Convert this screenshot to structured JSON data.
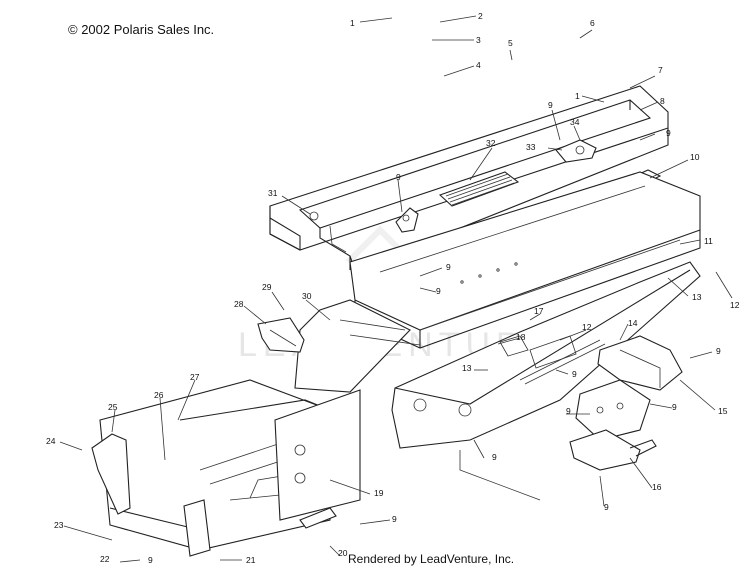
{
  "copyright": "© 2002 Polaris Sales Inc.",
  "credit": "Rendered by LeadVenture, Inc.",
  "watermark": "LEADVENTURE",
  "callouts": [
    {
      "id": "c1a",
      "label": "1"
    },
    {
      "id": "c2",
      "label": "2"
    },
    {
      "id": "c3",
      "label": "3"
    },
    {
      "id": "c4",
      "label": "4"
    },
    {
      "id": "c5",
      "label": "5"
    },
    {
      "id": "c6",
      "label": "6"
    },
    {
      "id": "c1b",
      "label": "1"
    },
    {
      "id": "c7",
      "label": "7"
    },
    {
      "id": "c8",
      "label": "8"
    },
    {
      "id": "c9a",
      "label": "9"
    },
    {
      "id": "c34",
      "label": "34"
    },
    {
      "id": "c33",
      "label": "33"
    },
    {
      "id": "c9b",
      "label": "9"
    },
    {
      "id": "c32",
      "label": "32"
    },
    {
      "id": "c10",
      "label": "10"
    },
    {
      "id": "c31",
      "label": "31"
    },
    {
      "id": "c9c",
      "label": "9"
    },
    {
      "id": "c11",
      "label": "11"
    },
    {
      "id": "c9d",
      "label": "9"
    },
    {
      "id": "c13a",
      "label": "13"
    },
    {
      "id": "c12a",
      "label": "12"
    },
    {
      "id": "c9e",
      "label": "9"
    },
    {
      "id": "c29",
      "label": "29"
    },
    {
      "id": "c30",
      "label": "30"
    },
    {
      "id": "c28",
      "label": "28"
    },
    {
      "id": "c17",
      "label": "17"
    },
    {
      "id": "c12b",
      "label": "12"
    },
    {
      "id": "c14",
      "label": "14"
    },
    {
      "id": "c18",
      "label": "18"
    },
    {
      "id": "c9f",
      "label": "9"
    },
    {
      "id": "c13b",
      "label": "13"
    },
    {
      "id": "c9g",
      "label": "9"
    },
    {
      "id": "c27",
      "label": "27"
    },
    {
      "id": "c15",
      "label": "15"
    },
    {
      "id": "c25",
      "label": "25"
    },
    {
      "id": "c26",
      "label": "26"
    },
    {
      "id": "c9h",
      "label": "9"
    },
    {
      "id": "c9i",
      "label": "9"
    },
    {
      "id": "c24",
      "label": "24"
    },
    {
      "id": "c9j",
      "label": "9"
    },
    {
      "id": "c16",
      "label": "16"
    },
    {
      "id": "c19",
      "label": "19"
    },
    {
      "id": "c9k",
      "label": "9"
    },
    {
      "id": "c23",
      "label": "23"
    },
    {
      "id": "c9l",
      "label": "9"
    },
    {
      "id": "c22",
      "label": "22"
    },
    {
      "id": "c21",
      "label": "21"
    },
    {
      "id": "c20",
      "label": "20"
    },
    {
      "id": "c9m",
      "label": "9"
    }
  ]
}
